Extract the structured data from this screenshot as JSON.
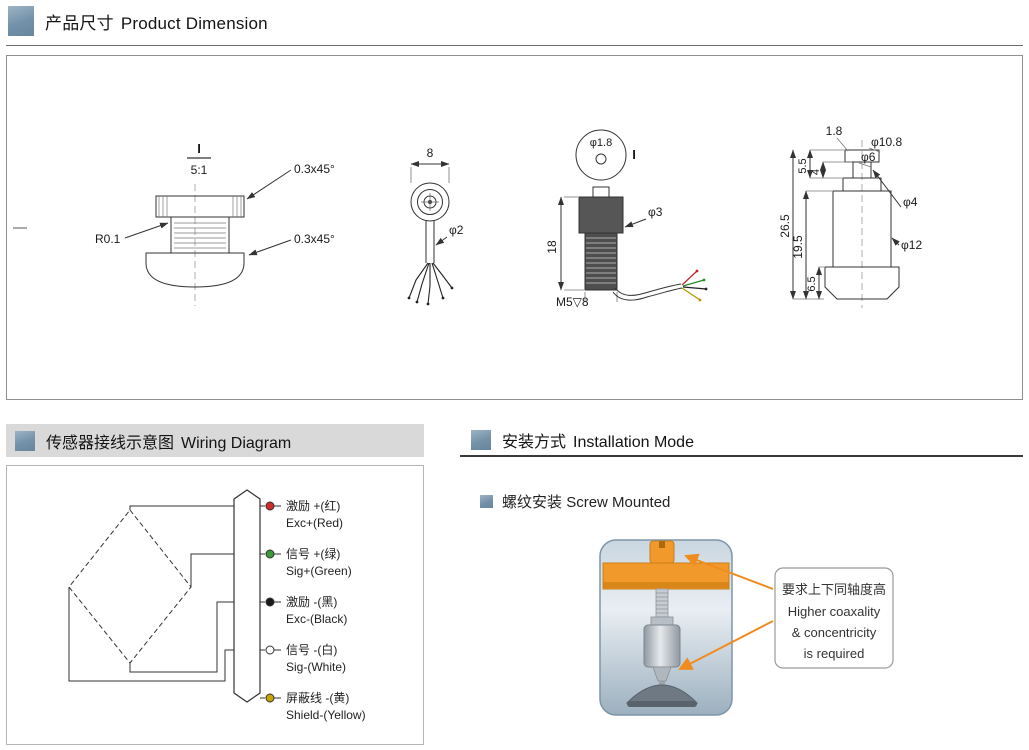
{
  "colors": {
    "accent": "#7391a8",
    "header_bar_gray": "#d9d9d9",
    "orange": "#f08c1e",
    "drawing_line": "#333333"
  },
  "headers": {
    "product_dimension": {
      "cn": "产品尺寸",
      "en": "Product Dimension"
    },
    "wiring": {
      "cn": "传感器接线示意图",
      "en": "Wiring Diagram"
    },
    "installation": {
      "cn": "安装方式",
      "en": "Installation Mode"
    }
  },
  "dimension_drawing": {
    "detail_view": {
      "view_label": "I",
      "view_scale": "5:1",
      "chamfer_top": "0.3x45°",
      "chamfer_bottom": "0.3x45°",
      "fillet_radius": "R0.1"
    },
    "top_view": {
      "head_width": "8",
      "cable_diameter": "φ2"
    },
    "front_view": {
      "hole_diameter": "φ1.8",
      "detail_marker": "I",
      "body_diameter": "φ3",
      "body_height": "18",
      "thread_spec": "M5▽8"
    },
    "section_view": {
      "cap_height": "1.8",
      "cap_diameter": "φ10.8",
      "boss_diameter": "φ6",
      "dim_5_5": "5.5",
      "dim_4": "4",
      "stem_diameter": "φ4",
      "total_height": "26.5",
      "body_height": "19.5",
      "base_diameter": "φ12",
      "base_height": "6.5"
    }
  },
  "wiring": {
    "lines": [
      {
        "cn": "激励 +(红)",
        "en": "Exc+(Red)",
        "color": "#d02a2a"
      },
      {
        "cn": "信号 +(绿)",
        "en": "Sig+(Green)",
        "color": "#3a9a3a"
      },
      {
        "cn": "激励 -(黑)",
        "en": "Exc-(Black)",
        "color": "#1a1a1a"
      },
      {
        "cn": "信号 -(白)",
        "en": "Sig-(White)",
        "color": "#ffffff"
      },
      {
        "cn": "屏蔽线 -(黄)",
        "en": "Shield-(Yellow)",
        "color": "#c8a400"
      }
    ]
  },
  "installation": {
    "subsection": {
      "cn": "螺纹安装",
      "en": "Screw Mounted"
    },
    "callout": {
      "line1": "要求上下同轴度高",
      "line2": "Higher coaxality",
      "line3": "& concentricity",
      "line4": "is required"
    }
  }
}
